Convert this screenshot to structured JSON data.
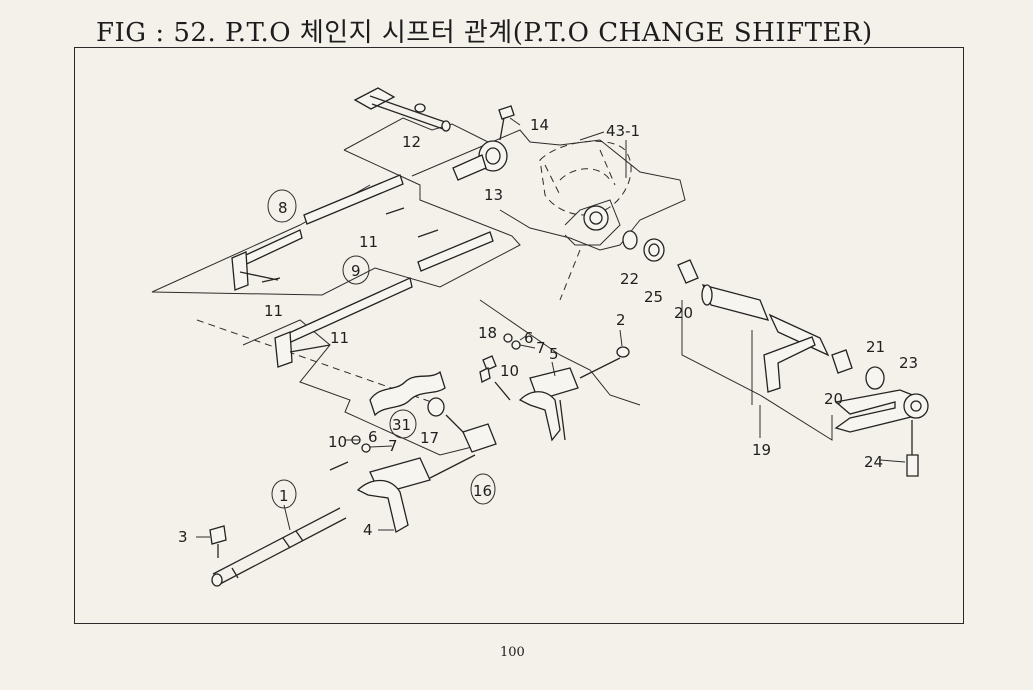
{
  "title": "FIG : 52. P.T.O 체인지 시프터 관계(P.T.O CHANGE SHIFTER)",
  "page_number": "100",
  "callouts": {
    "c1": "1",
    "c2": "2",
    "c3": "3",
    "c4": "4",
    "c5": "5",
    "c6a": "6",
    "c6b": "6",
    "c7a": "7",
    "c7b": "7",
    "c8": "8",
    "c9": "9",
    "c10a": "10",
    "c10b": "10",
    "c11a": "11",
    "c11b": "11",
    "c11c": "11",
    "c12": "12",
    "c13": "13",
    "c14": "14",
    "c16": "16",
    "c17": "17",
    "c18": "18",
    "c19": "19",
    "c20a": "20",
    "c20b": "20",
    "c21": "21",
    "c22": "22",
    "c23": "23",
    "c24": "24",
    "c25": "25",
    "c31": "31",
    "c43": "43-1"
  }
}
